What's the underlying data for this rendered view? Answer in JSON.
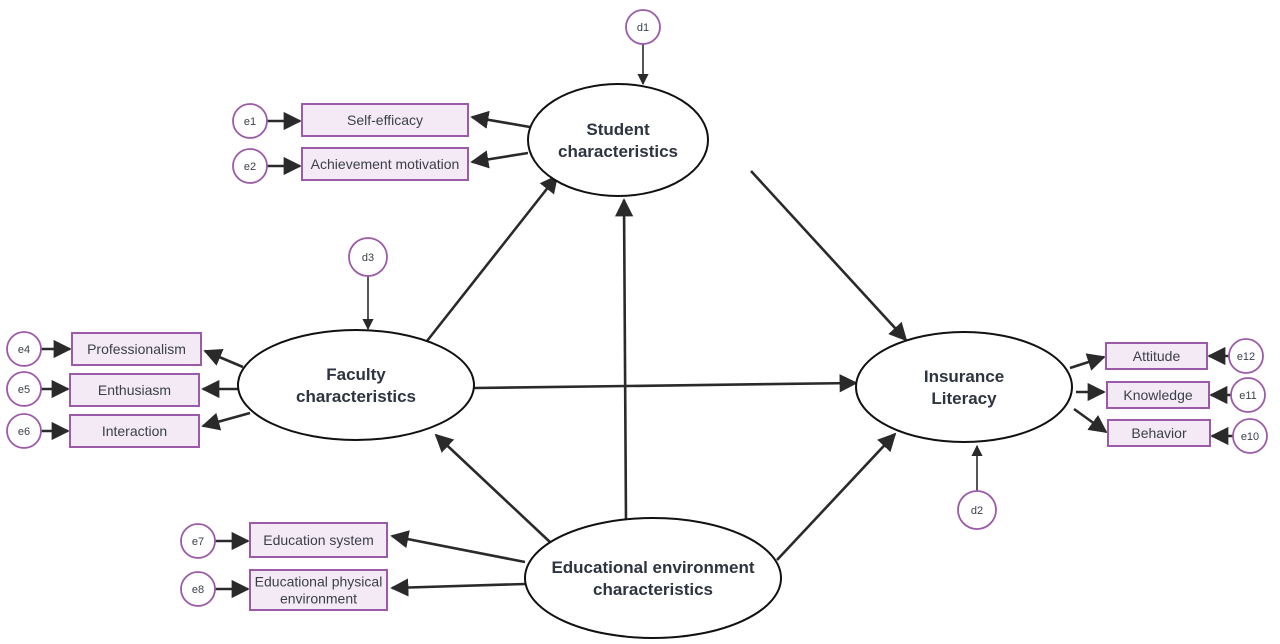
{
  "title": "Structural equation model of insurance literacy",
  "colors": {
    "indicator_fill": "#f4eaf6",
    "indicator_border": "#9b5ba8",
    "error_border": "#9b5ba8",
    "latent_border": "#111111",
    "arrow": "#2a2a2a",
    "text": "#2e3440"
  },
  "latents": [
    {
      "id": "student",
      "lines": [
        "Student",
        "characteristics"
      ]
    },
    {
      "id": "faculty",
      "lines": [
        "Faculty",
        "characteristics"
      ]
    },
    {
      "id": "insurance",
      "lines": [
        "Insurance",
        "Literacy"
      ]
    },
    {
      "id": "environment",
      "lines": [
        "Educational environment",
        "characteristics"
      ]
    }
  ],
  "indicators": [
    {
      "id": "self_efficacy",
      "lines": [
        "Self-efficacy"
      ],
      "latent": "student",
      "error": "e1"
    },
    {
      "id": "achievement",
      "lines": [
        "Achievement motivation"
      ],
      "latent": "student",
      "error": "e2"
    },
    {
      "id": "professionalism",
      "lines": [
        "Professionalism"
      ],
      "latent": "faculty",
      "error": "e4"
    },
    {
      "id": "enthusiasm",
      "lines": [
        "Enthusiasm"
      ],
      "latent": "faculty",
      "error": "e5"
    },
    {
      "id": "interaction",
      "lines": [
        "Interaction"
      ],
      "latent": "faculty",
      "error": "e6"
    },
    {
      "id": "edu_system",
      "lines": [
        "Education system"
      ],
      "latent": "environment",
      "error": "e7"
    },
    {
      "id": "edu_physical",
      "lines": [
        "Educational physical",
        "environment"
      ],
      "latent": "environment",
      "error": "e8"
    },
    {
      "id": "attitude",
      "lines": [
        "Attitude"
      ],
      "latent": "insurance",
      "error": "e12"
    },
    {
      "id": "knowledge",
      "lines": [
        "Knowledge"
      ],
      "latent": "insurance",
      "error": "e11"
    },
    {
      "id": "behavior",
      "lines": [
        "Behavior"
      ],
      "latent": "insurance",
      "error": "e10"
    }
  ],
  "disturbances": [
    {
      "id": "d1",
      "label": "d1",
      "latent": "student"
    },
    {
      "id": "d2",
      "label": "d2",
      "latent": "insurance"
    },
    {
      "id": "d3",
      "label": "d3",
      "latent": "faculty"
    }
  ],
  "structural_paths": [
    {
      "from": "faculty",
      "to": "student"
    },
    {
      "from": "environment",
      "to": "student"
    },
    {
      "from": "student",
      "to": "insurance"
    },
    {
      "from": "faculty",
      "to": "insurance"
    },
    {
      "from": "environment",
      "to": "faculty"
    },
    {
      "from": "environment",
      "to": "insurance"
    }
  ]
}
